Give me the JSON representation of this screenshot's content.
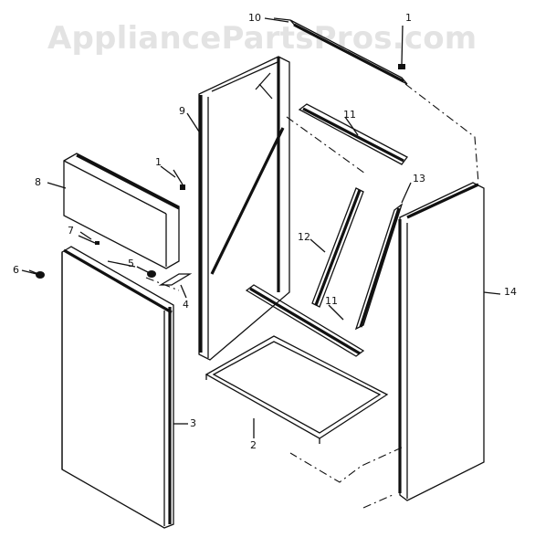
{
  "watermark": "AppliancePartsPros.com",
  "callouts": {
    "c10": "10",
    "c1_top": "1",
    "c9": "9",
    "c11_top": "11",
    "c13": "13",
    "c8": "8",
    "c1_left": "1",
    "c7": "7",
    "c12": "12",
    "c5": "5",
    "c6": "6",
    "c4": "4",
    "c11_mid": "11",
    "c14": "14",
    "c3": "3",
    "c2": "2"
  }
}
